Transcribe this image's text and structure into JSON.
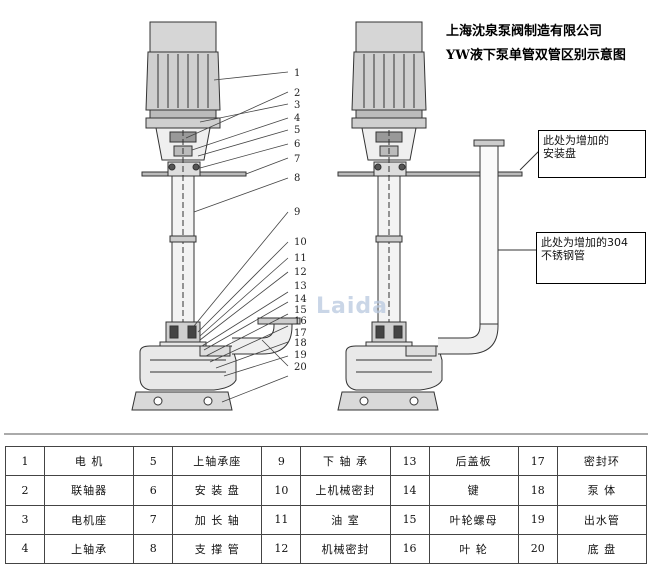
{
  "header": {
    "company": "上海沈泉泵阀制造有限公司",
    "subtitle": "YW液下泵单管双管区别示意图"
  },
  "callouts": [
    {
      "text": "此处为增加的\n安装盘"
    },
    {
      "text": "此处为增加的304\n不锈钢管"
    }
  ],
  "watermark": "Laida",
  "leader_numbers": [
    "1",
    "2",
    "3",
    "4",
    "5",
    "6",
    "7",
    "8",
    "9",
    "10",
    "11",
    "12",
    "13",
    "14",
    "15",
    "16",
    "17",
    "18",
    "19",
    "20"
  ],
  "parts_table": [
    [
      {
        "num": "1",
        "name": "电  机"
      },
      {
        "num": "5",
        "name": "上轴承座"
      },
      {
        "num": "9",
        "name": "下 轴 承"
      },
      {
        "num": "13",
        "name": "后盖板"
      },
      {
        "num": "17",
        "name": "密封环"
      }
    ],
    [
      {
        "num": "2",
        "name": "联轴器"
      },
      {
        "num": "6",
        "name": "安 装 盘"
      },
      {
        "num": "10",
        "name": "上机械密封"
      },
      {
        "num": "14",
        "name": "键"
      },
      {
        "num": "18",
        "name": "泵  体"
      }
    ],
    [
      {
        "num": "3",
        "name": "电机座"
      },
      {
        "num": "7",
        "name": "加 长 轴"
      },
      {
        "num": "11",
        "name": "油  室"
      },
      {
        "num": "15",
        "name": "叶轮螺母"
      },
      {
        "num": "19",
        "name": "出水管"
      }
    ],
    [
      {
        "num": "4",
        "name": "上轴承"
      },
      {
        "num": "8",
        "name": "支 撑 管"
      },
      {
        "num": "12",
        "name": "机械密封"
      },
      {
        "num": "16",
        "name": "叶  轮"
      },
      {
        "num": "20",
        "name": "底  盘"
      }
    ]
  ]
}
